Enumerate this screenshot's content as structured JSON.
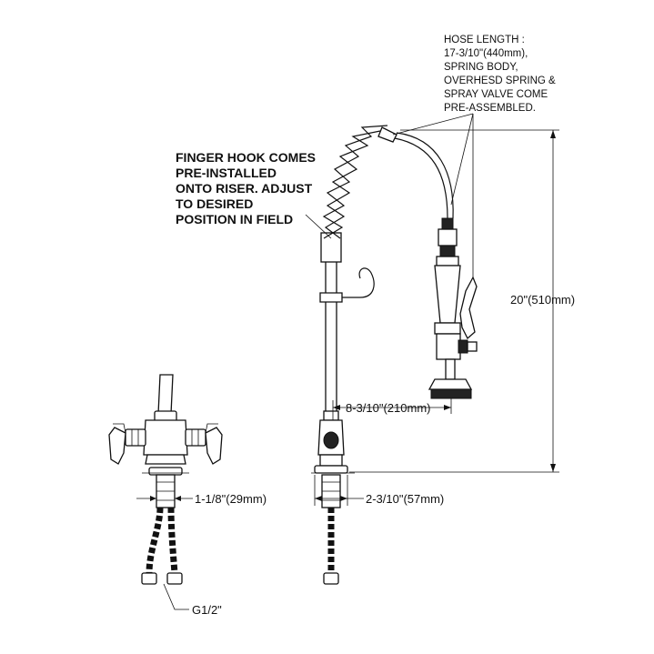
{
  "notes": {
    "hose": [
      "HOSE LENGTH :",
      "17-3/10\"(440mm),",
      "SPRING BODY,",
      "OVERHESD SPRING &",
      "SPRAY VALVE COME",
      "PRE-ASSEMBLED."
    ],
    "finger_hook": [
      "FINGER HOOK COMES",
      "PRE-INSTALLED",
      "ONTO RISER. ADJUST",
      "TO DESIRED",
      "POSITION IN FIELD"
    ]
  },
  "dimensions": {
    "overall_height": "20\"(510mm)",
    "reach": "8-3/10\"(210mm)",
    "shank_left": "1-1/8\"(29mm)",
    "shank_right": "2-3/10\"(57mm)",
    "thread": "G1/2\""
  }
}
